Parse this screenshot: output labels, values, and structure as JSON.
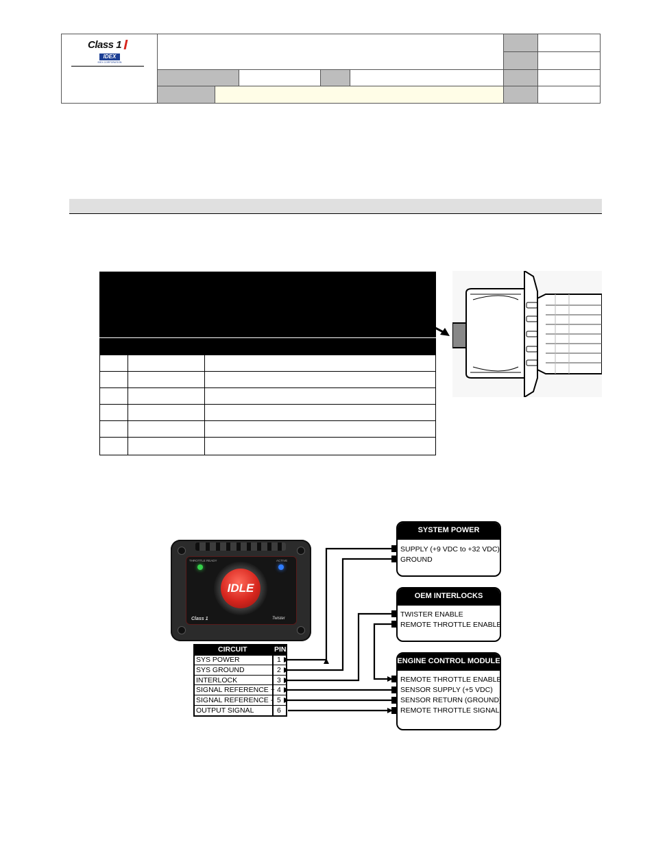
{
  "logo": {
    "brand": "Class 1",
    "sub_brand": "IDEX",
    "sub_caption": "IDEX CORPORATION"
  },
  "panel": {
    "button_label": "IDLE",
    "indicator_left": "THROTTLE READY",
    "indicator_right": "ACTIVE",
    "brand_bottom_left": "Class 1",
    "brand_bottom_right": "Twister"
  },
  "pin_table": {
    "headers": [
      "CIRCUIT",
      "PIN"
    ],
    "rows": [
      [
        "SYS POWER",
        "1"
      ],
      [
        "SYS GROUND",
        "2"
      ],
      [
        "INTERLOCK",
        "3"
      ],
      [
        "SIGNAL REFERENCE +",
        "4"
      ],
      [
        "SIGNAL REFERENCE -",
        "5"
      ],
      [
        "OUTPUT SIGNAL",
        "6"
      ]
    ]
  },
  "boxes": {
    "system_power": {
      "title": "SYSTEM POWER",
      "lines": [
        "SUPPLY (+9 VDC to +32 VDC)",
        "GROUND"
      ]
    },
    "oem_interlocks": {
      "title": "OEM INTERLOCKS",
      "lines": [
        "TWISTER ENABLE",
        "REMOTE THROTTLE  ENABLE"
      ]
    },
    "engine_control_module": {
      "title": "ENGINE CONTROL MODULE",
      "lines": [
        "REMOTE THROTTLE ENABLE",
        "SENSOR SUPPLY (+5 VDC)",
        "SENSOR RETURN (GROUND)",
        "REMOTE THROTTLE SIGNAL"
      ]
    }
  },
  "colors": {
    "title_gray": "#bdbdbd",
    "note_fill": "#fffde7",
    "panel_red": "#d7261e",
    "led_green": "#35d04a",
    "led_blue": "#2f7cff"
  }
}
